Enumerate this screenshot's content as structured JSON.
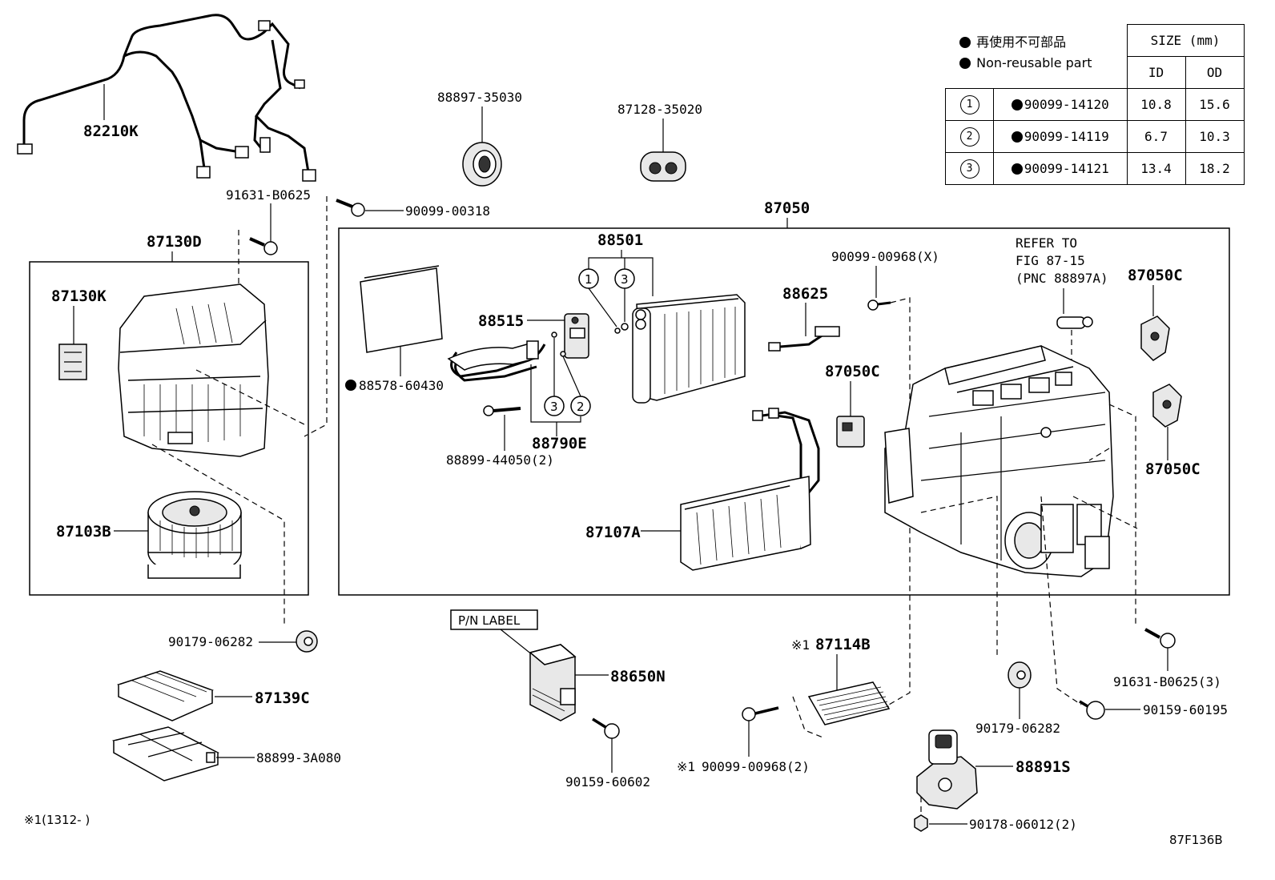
{
  "legend": {
    "jp": "再使用不可部品",
    "en": "Non-reusable part"
  },
  "size_table": {
    "header": "SIZE (mm)",
    "col_id": "ID",
    "col_od": "OD",
    "rows": [
      {
        "ref": "1",
        "part": "90099-14120",
        "id": "10.8",
        "od": "15.6"
      },
      {
        "ref": "2",
        "part": "90099-14119",
        "id": "6.7",
        "od": "10.3"
      },
      {
        "ref": "3",
        "part": "90099-14121",
        "id": "13.4",
        "od": "18.2"
      }
    ]
  },
  "labels": {
    "p82210K": "82210K",
    "p91631_B0625": "91631-B0625",
    "p90099_00318": "90099-00318",
    "p88897_35030": "88897-35030",
    "p87128_35020": "87128-35020",
    "p87050": "87050",
    "p87130D": "87130D",
    "p87130K": "87130K",
    "p87103B": "87103B",
    "p88501": "88501",
    "p88515": "88515",
    "p88578_60430": "88578-60430",
    "p88899_44050": "88899-44050(2)",
    "p88790E": "88790E",
    "p90099_00968X": "90099-00968(X)",
    "p88625": "88625",
    "p87050C_a": "87050C",
    "p87050C_b": "87050C",
    "p87050C_c": "87050C",
    "refer1": "REFER TO",
    "refer2": "FIG 87-15",
    "refer3": "(PNC 88897A)",
    "p87107A": "87107A",
    "p90179_06282_a": "90179-06282",
    "pn_label": "P/N LABEL",
    "p88650N": "88650N",
    "p87139C": "87139C",
    "p88899_3A080": "88899-3A080",
    "p90159_60602": "90159-60602",
    "p87114B": "87114B",
    "mark1": "※1",
    "p90099_00968_2": "90099-00968(2)",
    "mark2": "※1",
    "p90179_06282_b": "90179-06282",
    "p91631_B0625_3": "91631-B0625(3)",
    "p90159_60195": "90159-60195",
    "p88891S": "88891S",
    "p90178_06012": "90178-06012(2)",
    "footnote": "※1(1312-     )",
    "fig_code": "87F136B",
    "c1a": "1",
    "c3a": "3",
    "c3b": "3",
    "c2b": "2"
  }
}
